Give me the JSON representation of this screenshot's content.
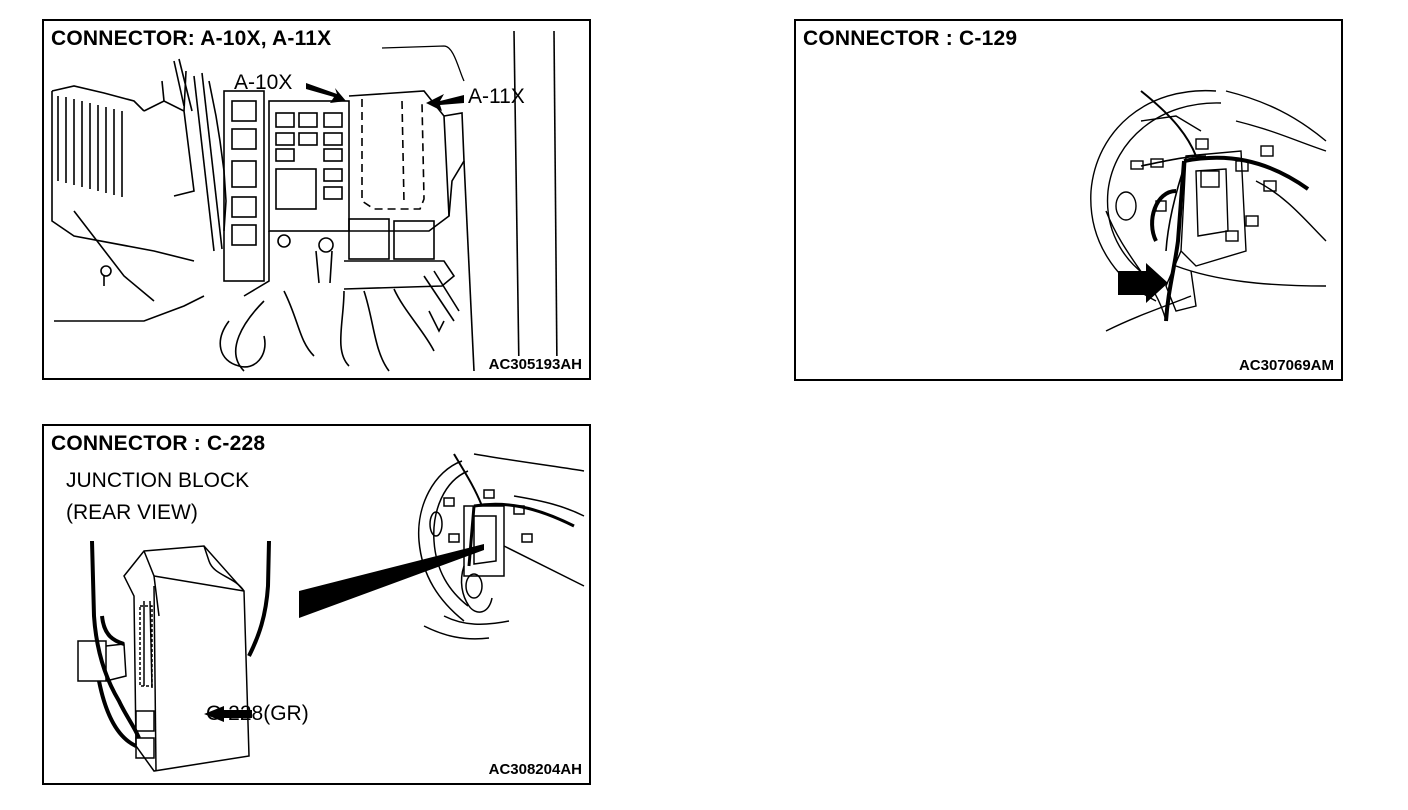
{
  "panels": [
    {
      "title": "CONNECTOR: A-10X, A-11X",
      "callouts": [
        "A-10X",
        "A-11X"
      ],
      "reference": "AC305193AH"
    },
    {
      "title": "CONNECTOR : C-129",
      "callouts": [],
      "reference": "AC307069AM"
    },
    {
      "title": "CONNECTOR : C-228",
      "callouts": [
        "JUNCTION BLOCK",
        "(REAR VIEW)",
        "C-228(GR)"
      ],
      "reference": "AC308204AH"
    }
  ],
  "icons": {
    "panel_a": "engine-bay-relay-box-illustration",
    "panel_b": "steering-wheel-harness-illustration",
    "panel_c": "junction-block-illustration",
    "arrow": "pointer-arrow-icon"
  }
}
